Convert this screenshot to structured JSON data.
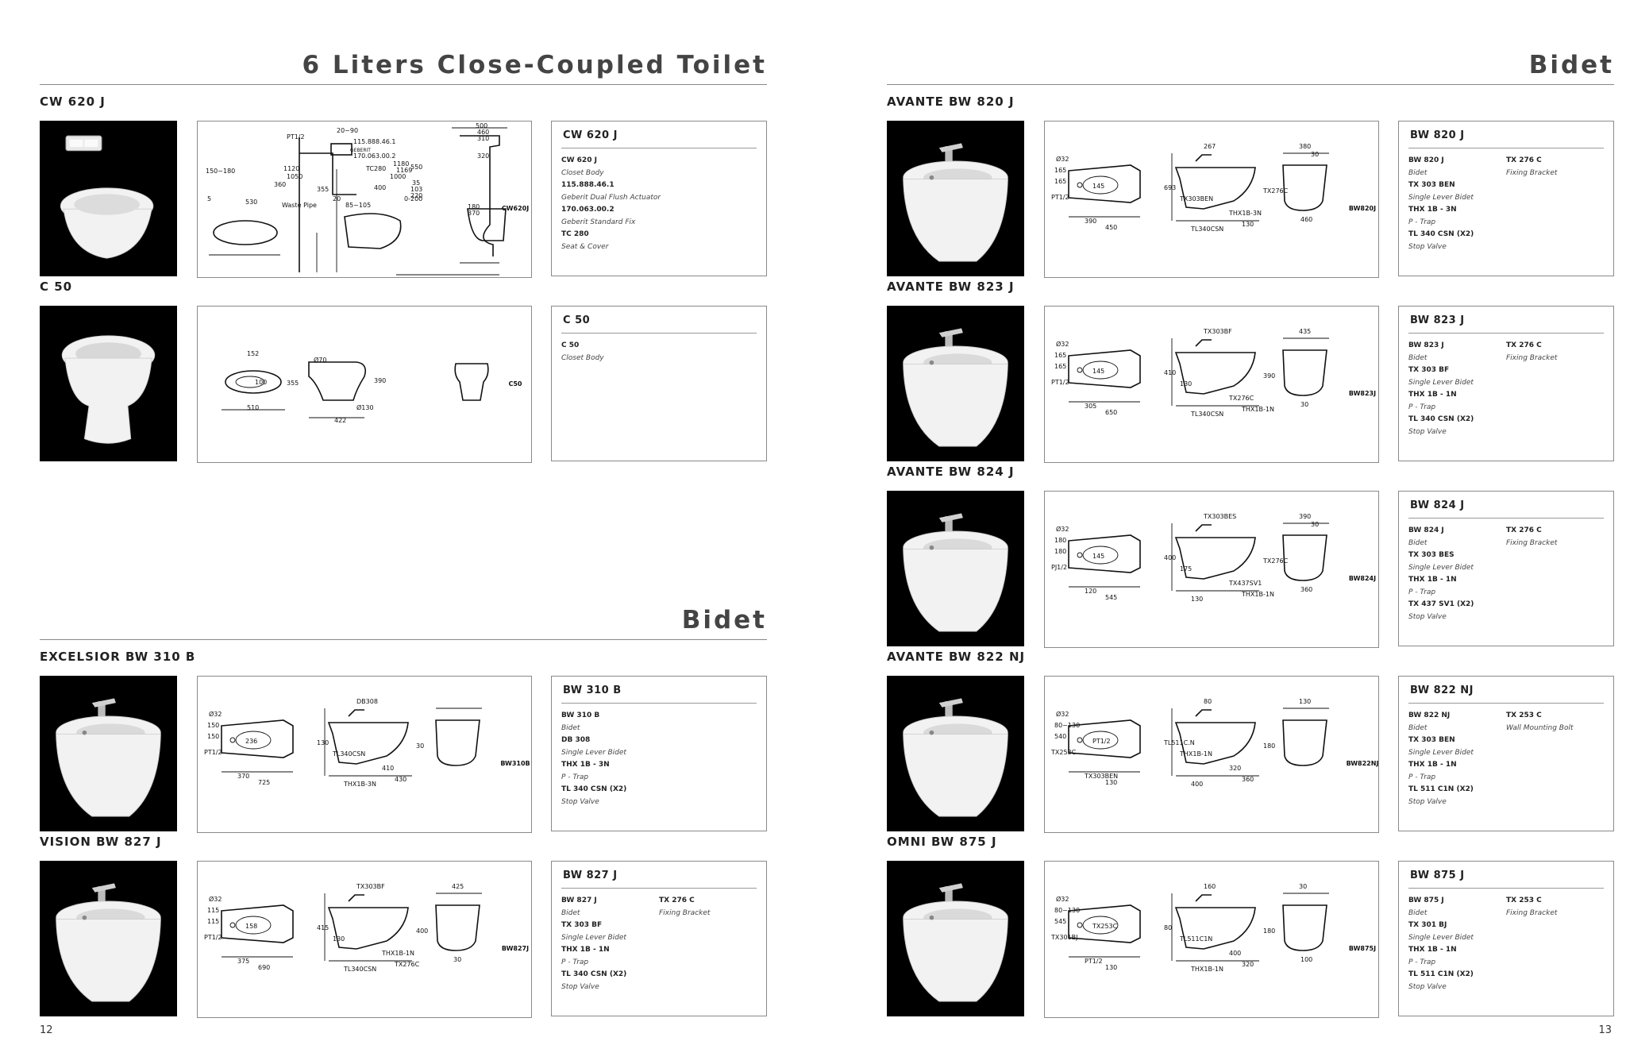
{
  "pages": {
    "left": {
      "number": "12",
      "sections": [
        {
          "title": "6 Liters Close-Coupled Toilet",
          "products": [
            {
              "label": "CW 620 J",
              "spec_title": "CW 620 J",
              "parts": [
                {
                  "code": "CW 620 J",
                  "desc": "Closet Body"
                },
                {
                  "code": "115.888.46.1",
                  "desc": "Geberit Dual Flush Actuator"
                },
                {
                  "code": "170.063.00.2",
                  "desc": "Geberit Standard Fix"
                },
                {
                  "code": "TC 280",
                  "desc": "Seat & Cover"
                }
              ],
              "parts_right": [],
              "drawing_tag": "CW620J",
              "drawing_notes": [
                "PT1/2",
                "20~90",
                "115.888.46.1",
                "GEBERIT",
                "170.063.00.2",
                "TC280",
                "1120",
                "1050",
                "1180",
                "1169",
                "1000",
                "550",
                "355",
                "400",
                "35",
                "103",
                "220",
                "500",
                "460",
                "310",
                "320",
                "150~180",
                "360",
                "530",
                "Waste Pipe",
                "20",
                "85~105",
                "0-200",
                "180",
                "370",
                "5"
              ]
            },
            {
              "label": "C 50",
              "spec_title": "C 50",
              "parts": [
                {
                  "code": "C 50",
                  "desc": "Closet Body"
                }
              ],
              "parts_right": [],
              "drawing_tag": "C50",
              "drawing_notes": [
                "152",
                "100",
                "355",
                "510",
                "Ø70",
                "390",
                "Ø130",
                "422"
              ]
            }
          ]
        },
        {
          "title": "Bidet",
          "products": [
            {
              "label": "EXCELSIOR BW 310 B",
              "spec_title": "BW 310 B",
              "parts": [
                {
                  "code": "BW 310 B",
                  "desc": "Bidet"
                },
                {
                  "code": "DB 308",
                  "desc": "Single Lever Bidet"
                },
                {
                  "code": "THX 1B - 3N",
                  "desc": "P - Trap"
                },
                {
                  "code": "TL 340 CSN (X2)",
                  "desc": "Stop Valve"
                }
              ],
              "parts_right": [],
              "drawing_tag": "BW310B",
              "drawing_notes": [
                "Ø32",
                "150",
                "150",
                "PT1/2",
                "236",
                "370",
                "725",
                "DB308",
                "130",
                "TL340CSN",
                "THX1B-3N",
                "410",
                "430",
                "30"
              ]
            },
            {
              "label": "VISION BW 827 J",
              "spec_title": "BW 827 J",
              "parts": [
                {
                  "code": "BW 827 J",
                  "desc": "Bidet"
                },
                {
                  "code": "TX 303 BF",
                  "desc": "Single Lever Bidet"
                },
                {
                  "code": "THX 1B - 1N",
                  "desc": "P - Trap"
                },
                {
                  "code": "TL 340 CSN (X2)",
                  "desc": "Stop Valve"
                }
              ],
              "parts_right": [
                {
                  "code": "TX 276 C",
                  "desc": "Fixing Bracket"
                }
              ],
              "drawing_tag": "BW827J",
              "drawing_notes": [
                "Ø32",
                "115",
                "115",
                "PT1/2",
                "158",
                "375",
                "690",
                "TX303BF",
                "415",
                "130",
                "TL340CSN",
                "THX1B-1N",
                "TX276C",
                "400",
                "425",
                "30"
              ]
            }
          ]
        }
      ]
    },
    "right": {
      "number": "13",
      "sections": [
        {
          "title": "Bidet",
          "products": [
            {
              "label": "AVANTE BW 820 J",
              "spec_title": "BW 820 J",
              "parts": [
                {
                  "code": "BW 820 J",
                  "desc": "Bidet"
                },
                {
                  "code": "TX 303 BEN",
                  "desc": "Single Lever Bidet"
                },
                {
                  "code": "THX 1B - 3N",
                  "desc": "P - Trap"
                },
                {
                  "code": "TL 340 CSN (X2)",
                  "desc": "Stop Valve"
                }
              ],
              "parts_right": [
                {
                  "code": "TX 276 C",
                  "desc": "Fixing Bracket"
                }
              ],
              "drawing_tag": "BW820J",
              "drawing_notes": [
                "Ø32",
                "165",
                "165",
                "PT1/2",
                "145",
                "390",
                "450",
                "267",
                "693",
                "TX303BEN",
                "TL340CSN",
                "THX1B-3N",
                "130",
                "TX276C",
                "380",
                "460",
                "30"
              ]
            },
            {
              "label": "AVANTE BW 823 J",
              "spec_title": "BW 823 J",
              "parts": [
                {
                  "code": "BW 823 J",
                  "desc": "Bidet"
                },
                {
                  "code": "TX 303 BF",
                  "desc": "Single Lever Bidet"
                },
                {
                  "code": "THX 1B - 1N",
                  "desc": "P - Trap"
                },
                {
                  "code": "TL 340 CSN (X2)",
                  "desc": "Stop Valve"
                }
              ],
              "parts_right": [
                {
                  "code": "TX 276 C",
                  "desc": "Fixing Bracket"
                }
              ],
              "drawing_tag": "BW823J",
              "drawing_notes": [
                "Ø32",
                "165",
                "165",
                "PT1/2",
                "145",
                "305",
                "650",
                "TX303BF",
                "410",
                "130",
                "TL340CSN",
                "TX276C",
                "THX1B-1N",
                "390",
                "435",
                "30"
              ]
            },
            {
              "label": "AVANTE BW 824 J",
              "spec_title": "BW 824 J",
              "parts": [
                {
                  "code": "BW 824 J",
                  "desc": "Bidet"
                },
                {
                  "code": "TX 303 BES",
                  "desc": "Single Lever Bidet"
                },
                {
                  "code": "THX 1B - 1N",
                  "desc": "P - Trap"
                },
                {
                  "code": "TX 437 SV1 (X2)",
                  "desc": "Stop Valve"
                }
              ],
              "parts_right": [
                {
                  "code": "TX 276 C",
                  "desc": "Fixing Bracket"
                }
              ],
              "drawing_tag": "BW824J",
              "drawing_notes": [
                "Ø32",
                "180",
                "180",
                "PJ1/2",
                "145",
                "120",
                "545",
                "TX303BES",
                "400",
                "175",
                "130",
                "TX437SV1",
                "THX1B-1N",
                "TX276C",
                "390",
                "360",
                "30"
              ]
            },
            {
              "label": "AVANTE BW 822 NJ",
              "spec_title": "BW 822 NJ",
              "parts": [
                {
                  "code": "BW 822 NJ",
                  "desc": "Bidet"
                },
                {
                  "code": "TX 303 BEN",
                  "desc": "Single Lever Bidet"
                },
                {
                  "code": "THX 1B - 1N",
                  "desc": "P - Trap"
                },
                {
                  "code": "TL 511 C1N (X2)",
                  "desc": "Stop Valve"
                }
              ],
              "parts_right": [
                {
                  "code": "TX 253 C",
                  "desc": "Wall Mounting Bolt"
                }
              ],
              "drawing_tag": "BW822NJ",
              "drawing_notes": [
                "Ø32",
                "80~130",
                "540",
                "TX253C",
                "PT1/2",
                "TX303BEN",
                "130",
                "80",
                "TL511C.N",
                "THX1B-1N",
                "400",
                "320",
                "360",
                "180",
                "130"
              ]
            },
            {
              "label": "OMNI BW 875 J",
              "spec_title": "BW 875 J",
              "parts": [
                {
                  "code": "BW 875 J",
                  "desc": "Bidet"
                },
                {
                  "code": "TX 301 BJ",
                  "desc": "Single Lever Bidet"
                },
                {
                  "code": "THX 1B - 1N",
                  "desc": "P - Trap"
                },
                {
                  "code": "TL 511 C1N (X2)",
                  "desc": "Stop Valve"
                }
              ],
              "parts_right": [
                {
                  "code": "TX 253 C",
                  "desc": "Fixing Bracket"
                }
              ],
              "drawing_tag": "BW875J",
              "drawing_notes": [
                "Ø32",
                "80~130",
                "545",
                "TX301BJ",
                "TX253C",
                "PT1/2",
                "130",
                "160",
                "80",
                "TL511C1N",
                "THX1B-1N",
                "400",
                "320",
                "180",
                "30",
                "100"
              ]
            }
          ]
        }
      ]
    }
  },
  "colors": {
    "photo_background": "#000000",
    "ceramic": "#f2f2f2",
    "rule": "#888888",
    "box_border": "#8a8a8a"
  }
}
